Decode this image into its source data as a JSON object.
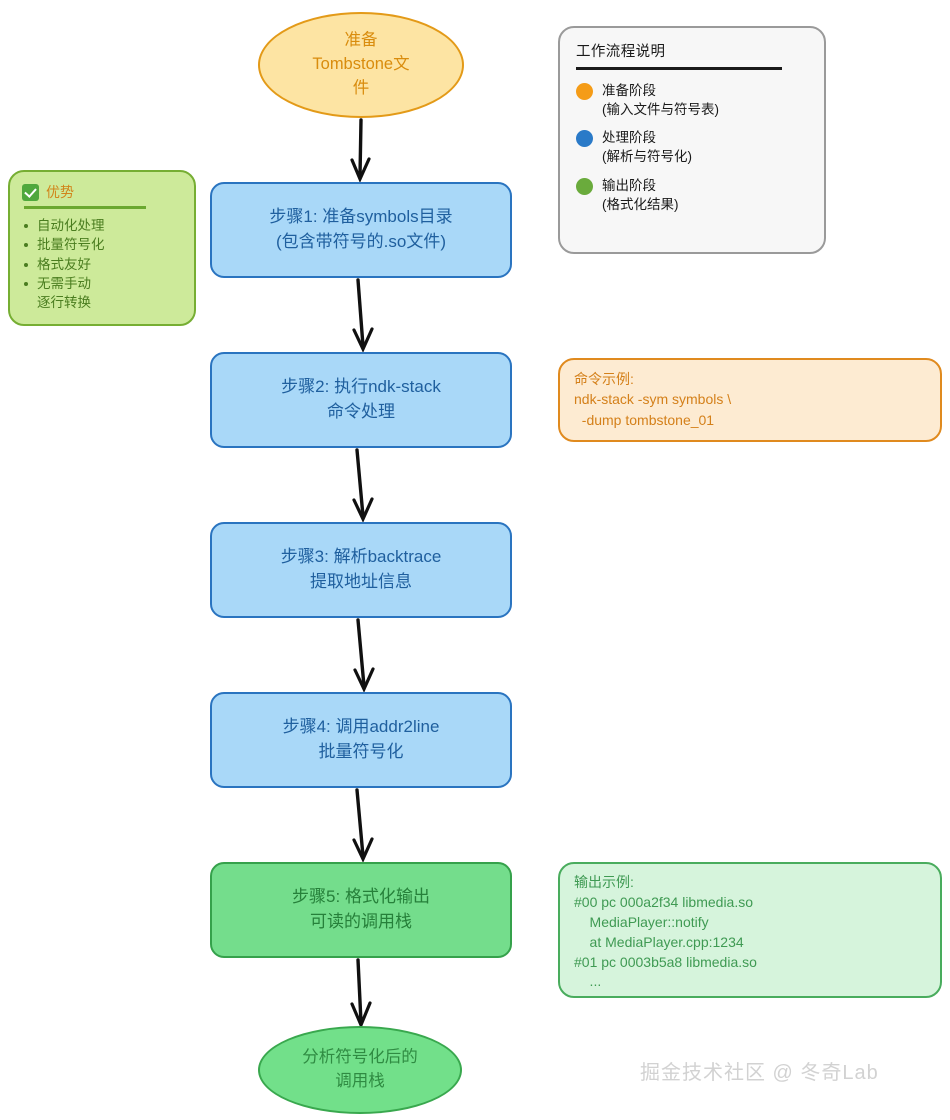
{
  "diagram": {
    "start_node": {
      "label": "准备\nTombstone文\n件",
      "shape": "ellipse",
      "color": "#e39a18",
      "fill": "#fde4a3"
    },
    "steps": [
      {
        "id": "step-1",
        "line1": "步骤1: 准备symbols目录",
        "line2": "(包含带符号的.so文件)",
        "phase": "处理阶段",
        "fill": "#a9d8f8",
        "border": "#2a74c0"
      },
      {
        "id": "step-2",
        "line1": "步骤2: 执行ndk-stack",
        "line2": "命令处理",
        "phase": "处理阶段",
        "fill": "#a9d8f8",
        "border": "#2a74c0"
      },
      {
        "id": "step-3",
        "line1": "步骤3: 解析backtrace",
        "line2": "提取地址信息",
        "phase": "处理阶段",
        "fill": "#a9d8f8",
        "border": "#2a74c0"
      },
      {
        "id": "step-4",
        "line1": "步骤4: 调用addr2line",
        "line2": "批量符号化",
        "phase": "处理阶段",
        "fill": "#a9d8f8",
        "border": "#2a74c0"
      },
      {
        "id": "step-5",
        "line1": "步骤5: 格式化输出",
        "line2": "可读的调用栈",
        "phase": "输出阶段",
        "fill": "#74dd8c",
        "border": "#35a14b"
      }
    ],
    "end_node": {
      "line1": "分析符号化后的",
      "line2": "调用栈",
      "shape": "ellipse",
      "color": "#39a84e",
      "fill": "#72e08a"
    }
  },
  "legend": {
    "title": "工作流程说明",
    "items": [
      {
        "color": "#f59c17",
        "label": "准备阶段",
        "sub": "(输入文件与符号表)"
      },
      {
        "color": "#2a7ac8",
        "label": "处理阶段",
        "sub": "(解析与符号化)"
      },
      {
        "color": "#6aab3c",
        "label": "输出阶段",
        "sub": "(格式化结果)"
      }
    ]
  },
  "advantages": {
    "icon": "white-check-mark",
    "title": "优势",
    "items": [
      "自动化处理",
      "批量符号化",
      "格式友好",
      "无需手动"
    ],
    "last_item_wrap": "逐行转换"
  },
  "command_example": {
    "text": "命令示例:\nndk-stack -sym symbols \\\n  -dump tombstone_01"
  },
  "output_example": {
    "text": "输出示例:\n#00 pc 000a2f34 libmedia.so\n    MediaPlayer::notify\n    at MediaPlayer.cpp:1234\n#01 pc 0003b5a8 libmedia.so\n    ..."
  },
  "watermark": {
    "text": "掘金技术社区 @ 冬奇Lab"
  }
}
